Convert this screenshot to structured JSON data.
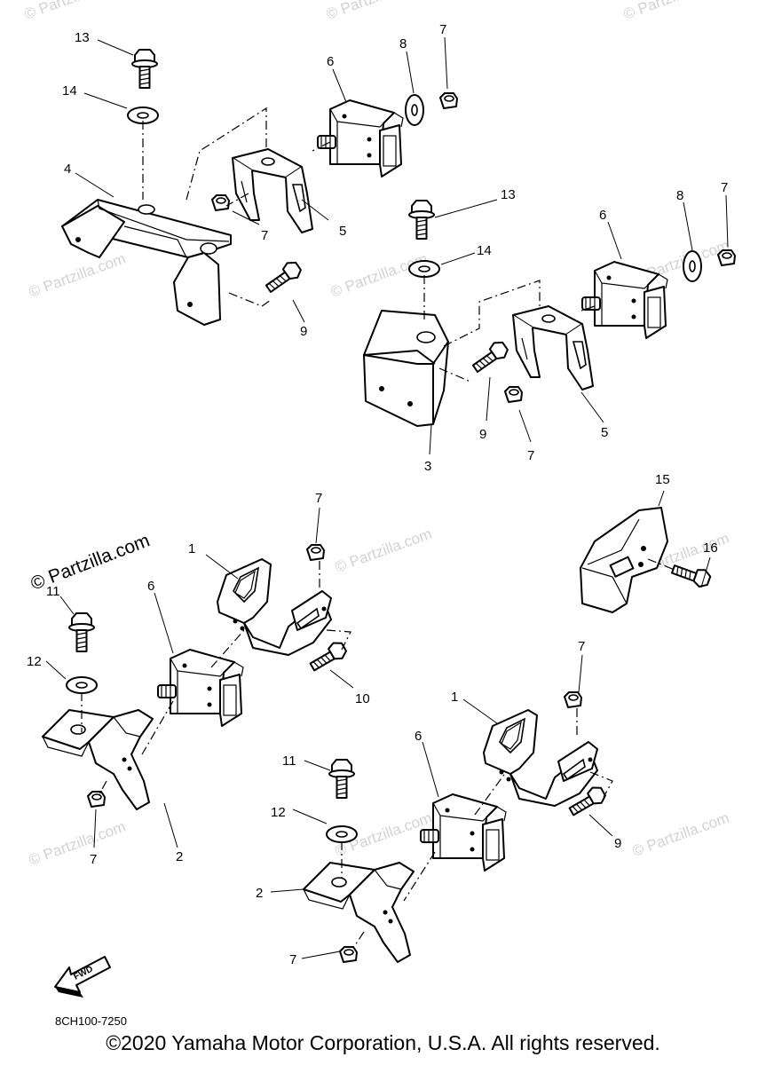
{
  "watermark_text": "© Partzilla.com",
  "brand_label": "© Partzilla.com",
  "diagram_code": "8CH100-7250",
  "fwd_label": "FWD",
  "copyright": "©2020 Yamaha Motor Corporation, U.S.A. All rights reserved.",
  "callouts": {
    "a13": "13",
    "a14": "14",
    "a4": "4",
    "a6": "6",
    "a8": "8",
    "a7": "7",
    "a7b": "7",
    "a5": "5",
    "a9": "9",
    "b13": "13",
    "b14": "14",
    "b6": "6",
    "b8": "8",
    "b7": "7",
    "b9": "9",
    "b7b": "7",
    "b5": "5",
    "b3": "3",
    "c15": "15",
    "c16": "16",
    "d7": "7",
    "d1": "1",
    "d6": "6",
    "d11": "11",
    "d12": "12",
    "d10": "10",
    "d7b": "7",
    "d2": "2",
    "e7": "7",
    "e1": "1",
    "e6": "6",
    "e11": "11",
    "e12": "12",
    "e9": "9",
    "e2": "2",
    "e7b": "7"
  }
}
